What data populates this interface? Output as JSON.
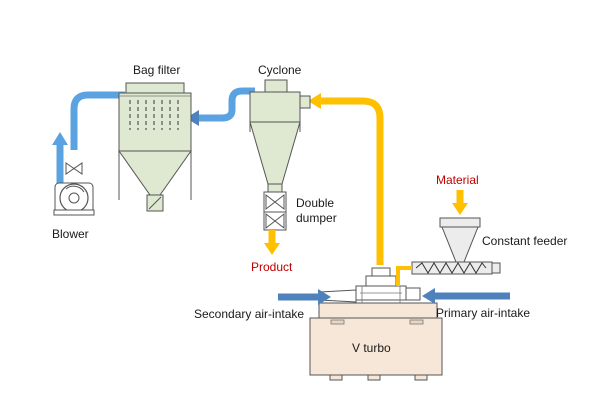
{
  "labels": {
    "bag_filter": "Bag filter",
    "cyclone": "Cyclone",
    "blower": "Blower",
    "double_dumper_line1": "Double",
    "double_dumper_line2": "dumper",
    "product": "Product",
    "material": "Material",
    "constant_feeder": "Constant feeder",
    "primary_air_intake": "Primary air-intake",
    "secondary_air_intake": "Secondary air-intake",
    "v_turbo": "V turbo"
  },
  "colors": {
    "product_flow": "#ffc000",
    "air_flow": "#4f81bd",
    "light_air_flow": "#5ba3e0",
    "equipment_green": "#dfe8d0",
    "turbo_body": "#f7e7d8",
    "equipment_outline": "#555555",
    "highlight_text": "#c00000"
  }
}
